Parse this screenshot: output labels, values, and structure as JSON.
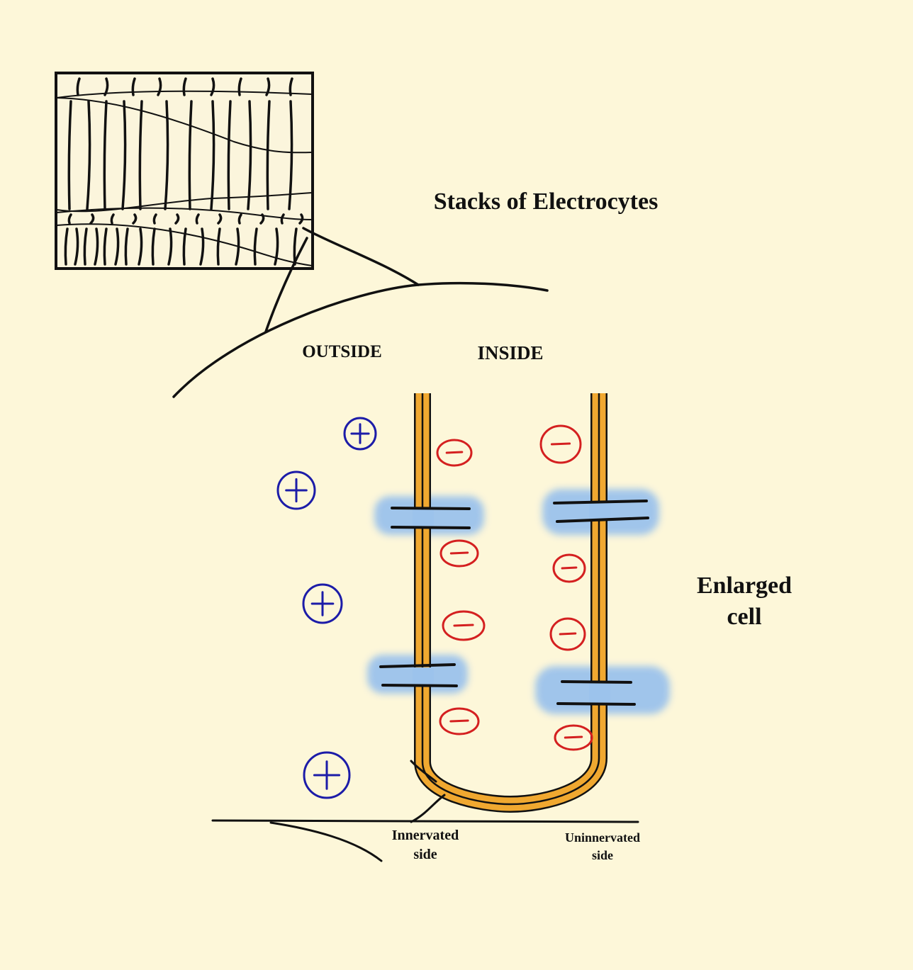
{
  "labels": {
    "title": "Stacks of Electrocytes",
    "outside": "OUTSIDE",
    "inside": "INSIDE",
    "enlarged_line1": "Enlarged",
    "enlarged_line2": "cell",
    "innervated_line1": "Innervated",
    "innervated_line2": "side",
    "uninnervated_line1": "Uninnervated",
    "uninnervated_line2": "side"
  },
  "charges": {
    "positive_symbol": "+",
    "negative_symbol": "−"
  },
  "colors": {
    "background": "#fdf7d9",
    "membrane": "#f0a830",
    "positive_ion": "#1c1ca8",
    "negative_ion": "#d42020",
    "channel_glow": "#9cc3ec",
    "ink": "#111111"
  }
}
